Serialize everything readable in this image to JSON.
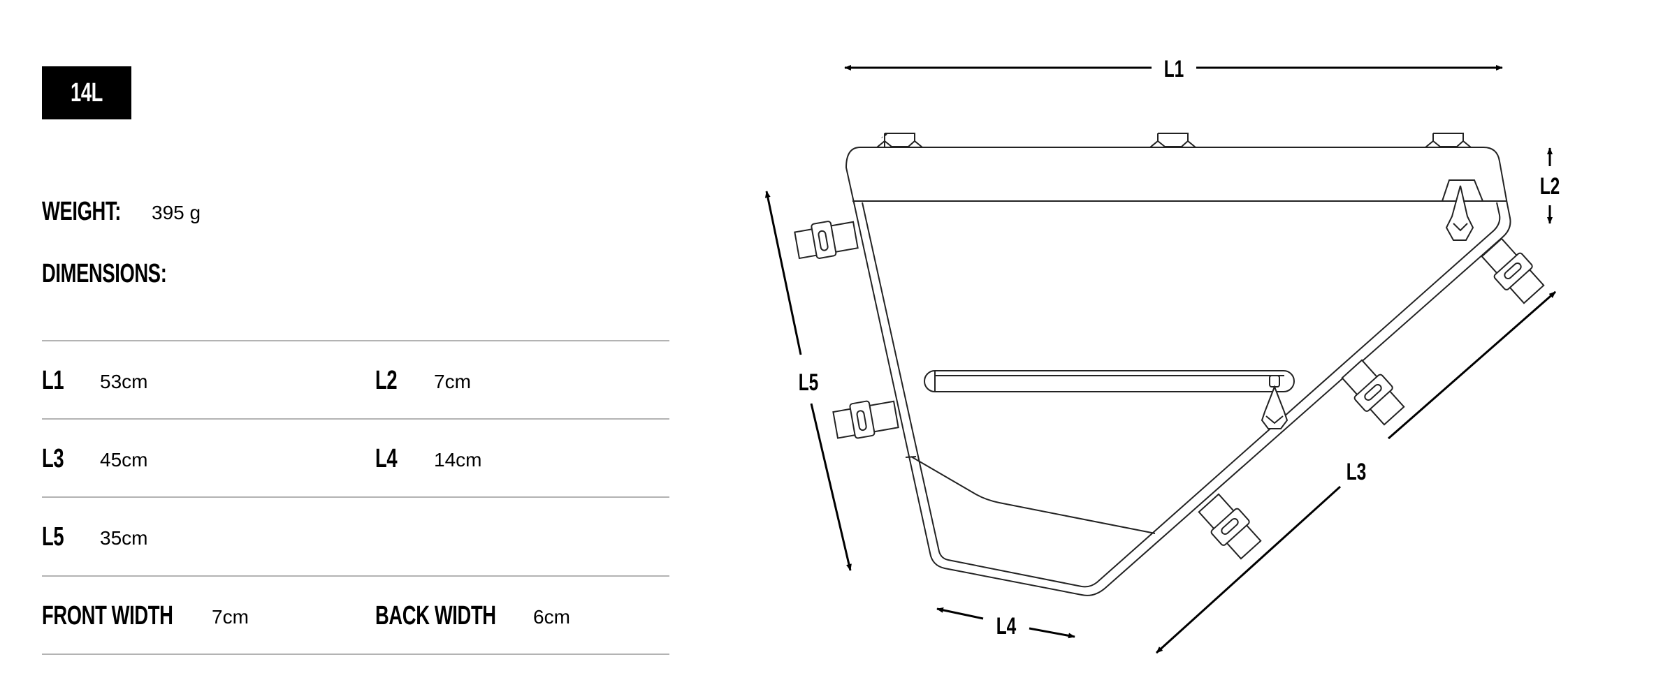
{
  "badge": "14L",
  "weight": {
    "label": "WEIGHT:",
    "value": "395 g"
  },
  "dimensions_label": "DIMENSIONS:",
  "rows": [
    {
      "left": {
        "label": "L1",
        "value": "53cm"
      },
      "right": {
        "label": "L2",
        "value": "7cm"
      }
    },
    {
      "left": {
        "label": "L3",
        "value": "45cm"
      },
      "right": {
        "label": "L4",
        "value": "14cm"
      }
    },
    {
      "left": {
        "label": "L5",
        "value": "35cm"
      }
    },
    {
      "left": {
        "label": "FRONT WIDTH",
        "value": "7cm"
      },
      "right": {
        "label": "BACK WIDTH",
        "value": "6cm"
      }
    }
  ],
  "diagram": {
    "l1": "L1",
    "l2": "L2",
    "l3": "L3",
    "l4": "L4",
    "l5": "L5"
  }
}
